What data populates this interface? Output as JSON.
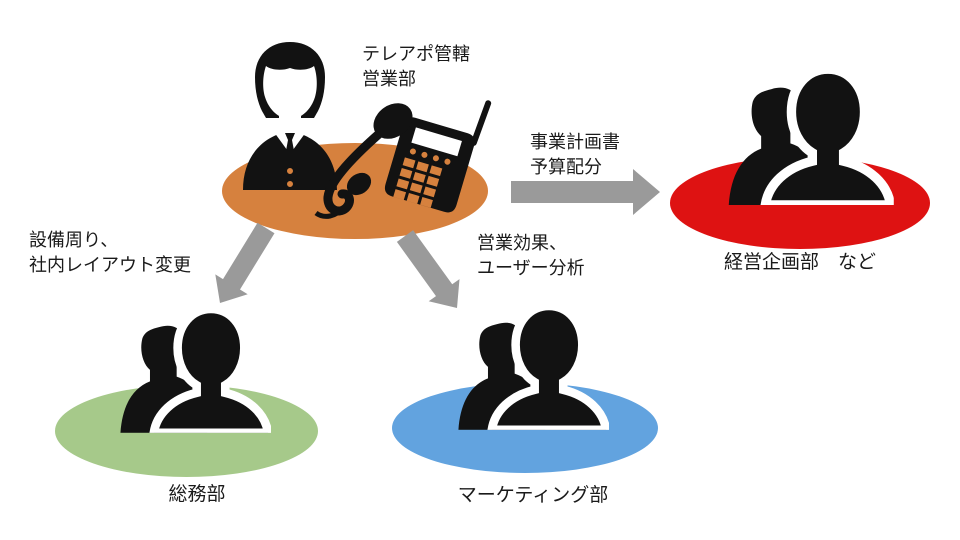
{
  "diagram": {
    "type": "org-relationship-diagram",
    "text_color": "#1A1A1A",
    "silhouette_color": "#121212"
  },
  "center_node": {
    "label_lines": [
      "テレアポ管轄",
      "営業部"
    ],
    "ellipse_color": "#D6813E",
    "icons": [
      "businessman-icon",
      "desk-phone-icon"
    ]
  },
  "arrows": {
    "color": "#9A9A9A",
    "to_keiei": {
      "direction": "right",
      "label_lines": [
        "事業計画書",
        "予算配分"
      ]
    },
    "to_soumu": {
      "direction": "down-left",
      "label_lines": [
        "設備周り、",
        "社内レイアウト変更"
      ]
    },
    "to_marketing": {
      "direction": "down-right",
      "label_lines": [
        "営業効果、",
        "ユーザー分析"
      ]
    }
  },
  "nodes": {
    "keiei": {
      "label": "経営企画部　など",
      "ellipse_color": "#DE1212",
      "icon": "people-group-icon"
    },
    "soumu": {
      "label": "総務部",
      "ellipse_color": "#A6C98A",
      "icon": "people-group-icon"
    },
    "marketing": {
      "label": "マーケティング部",
      "ellipse_color": "#62A3DF",
      "icon": "people-group-icon"
    }
  }
}
